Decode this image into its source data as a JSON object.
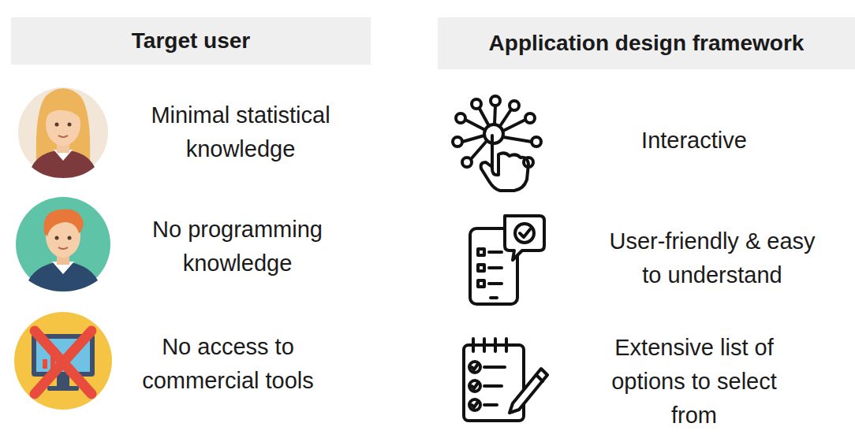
{
  "diagram": {
    "nodes": [
      {
        "text": [
          "Target user"
        ]
      },
      {
        "text": [
          "Application design framework"
        ]
      }
    ],
    "labels": [
      "Minimal statistical knowledge",
      "No programming knowledge",
      "No access to commercial tools",
      "Interactive",
      "User-friendly & easy to understand",
      "Extensive list of options to select from"
    ]
  }
}
